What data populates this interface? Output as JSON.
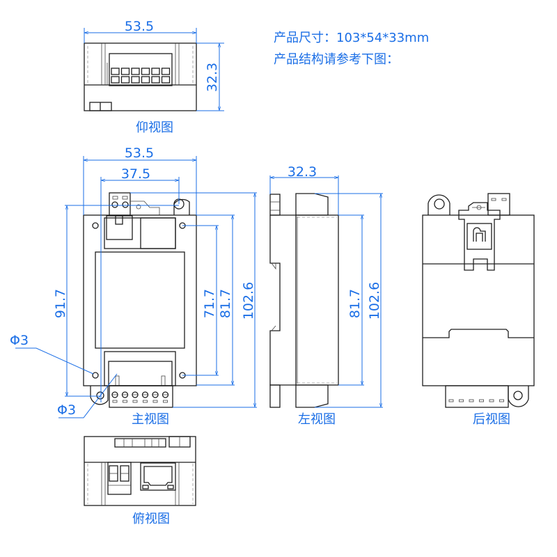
{
  "info": {
    "size": "产品尺寸：103*54*33mm",
    "structure": "产品结构请参考下图："
  },
  "views": {
    "bottom": "仰视图",
    "front": "主视图",
    "left": "左视图",
    "back": "后视图",
    "top": "俯视图"
  },
  "dimensions": {
    "bottom_width": "53.5",
    "bottom_height": "32.3",
    "front_width": "53.5",
    "front_inner_width": "37.5",
    "front_hole_span": "91.7",
    "front_inner_hole": "71.7",
    "front_body": "81.7",
    "front_total": "102.6",
    "hole_dia_1": "Φ3",
    "hole_dia_2": "Φ3",
    "side_depth": "32.3",
    "side_body": "81.7",
    "side_total": "102.6"
  },
  "colors": {
    "dimension": "#1a6ee6",
    "outline": "#1e1e1e"
  }
}
